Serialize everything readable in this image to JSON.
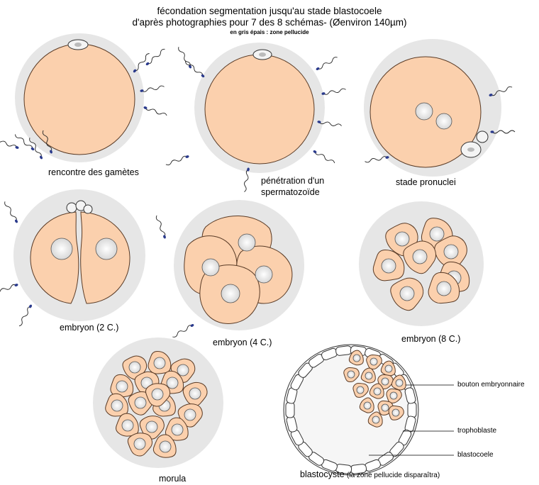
{
  "title": {
    "line1": "fécondation segmentation jusqu'au stade blastocoele",
    "line2": "d'après photographies pour 7 des 8 schémas- (Øenviron 140µm)",
    "line3": "en gris épais : zone pellucide"
  },
  "captions": {
    "gametes": "rencontre des gamètes",
    "penetration_1": "pénétration d'un",
    "penetration_2": "spermatozoïde",
    "pronuclei": "stade pronuclei",
    "embryo2": "embryon (2 C.)",
    "embryo4": "embryon (4 C.)",
    "embryo8": "embryon (8 C.)",
    "morula": "morula",
    "blastocyst": "blastocyste",
    "blastocyst_note": "(la zone pellucide disparaîtra)"
  },
  "labels": {
    "bouton": "bouton embryonnaire",
    "trophoblaste": "trophoblaste",
    "blastocoele": "blastocoele"
  },
  "colors": {
    "zona": "#e6e6e6",
    "cell": "#fbd0ad",
    "cell_stroke": "#5a3b26",
    "nucleus": "#e9e9e9",
    "sperm_head": "#2a3a8c"
  }
}
